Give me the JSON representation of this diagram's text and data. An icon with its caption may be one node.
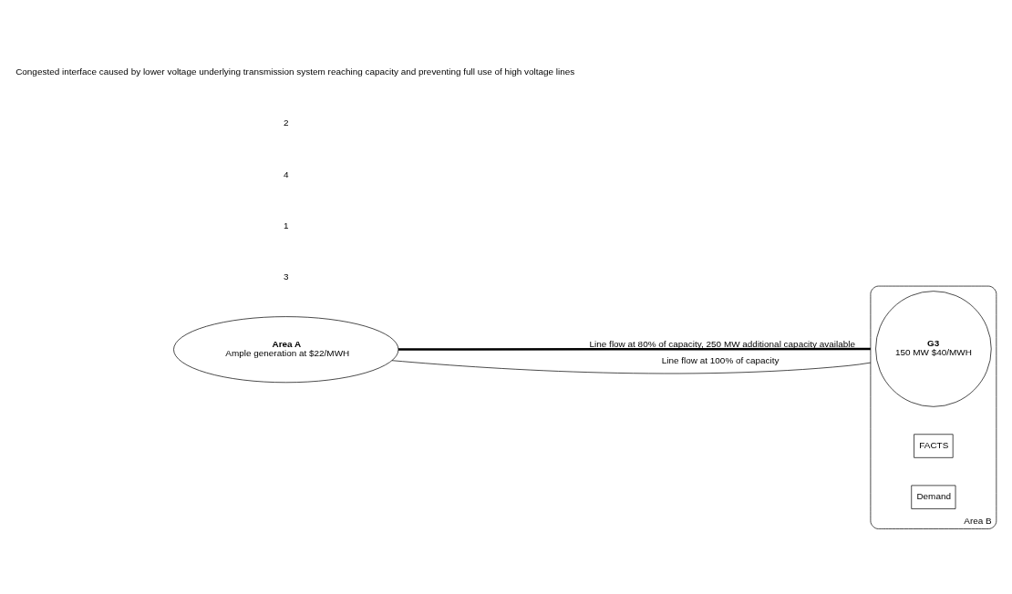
{
  "diagram": {
    "nodes": [
      {
        "text": [
          "Area A",
          "Ample generation at $22/MWH"
        ]
      },
      {
        "text": [
          "Area B"
        ]
      },
      {
        "text": [
          "G3",
          "150 MW $40/MWH"
        ],
        "in": 1
      },
      {
        "text": [
          "FACTS"
        ],
        "in": 1
      },
      {
        "text": [
          "Demand"
        ],
        "in": 1
      }
    ],
    "edges": [
      {
        "from": 0,
        "to": 1,
        "arrow": "none",
        "style": "thick",
        "label": "Line flow at 80% of capacity, 250 MW additional capacity available"
      },
      {
        "from": 0,
        "to": 1,
        "arrow": "none",
        "label": "Line flow at 100% of capacity"
      }
    ],
    "labels": [
      "3",
      "1",
      "4",
      "2",
      "Congested interface caused by lower voltage underlying transmission system reaching capacity and preventing full use of high voltage lines"
    ]
  }
}
